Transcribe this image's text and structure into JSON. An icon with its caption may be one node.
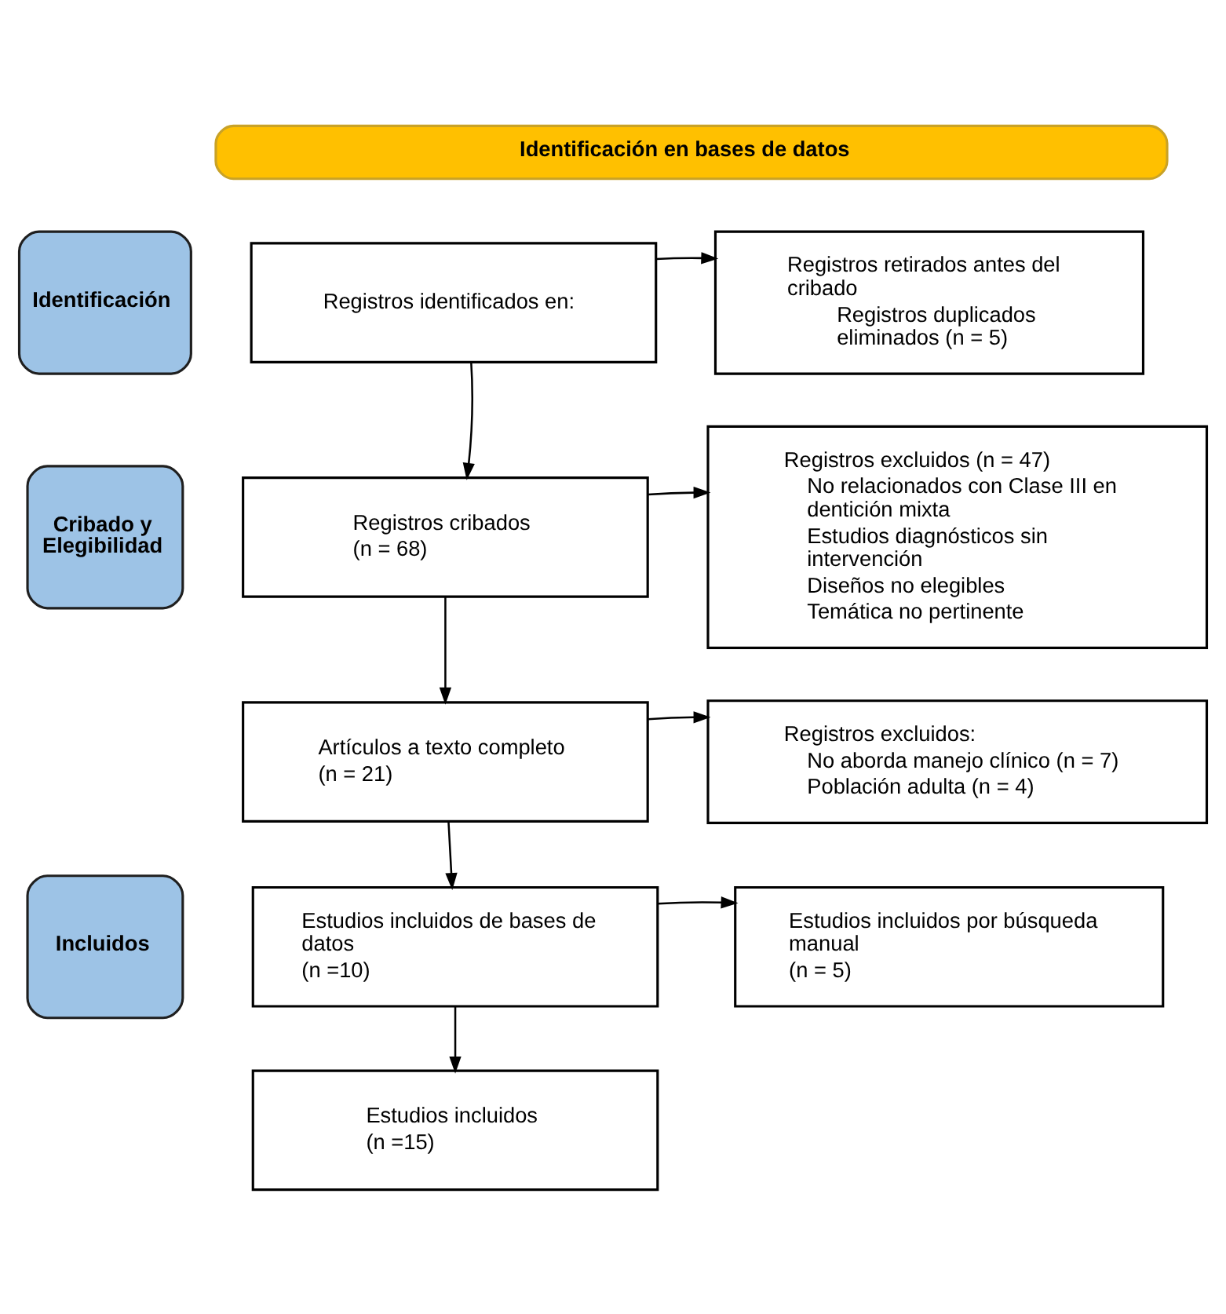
{
  "diagram": {
    "nodes": [
      {
        "text": [
          "Identificación en bases de datos"
        ]
      },
      {
        "text": [
          "Identificación"
        ]
      },
      {
        "text": [
          "Registros identificados en:"
        ]
      },
      {
        "text": [
          "Registros retirados antes del cribado",
          "Registros duplicados eliminados (n = 5)"
        ]
      },
      {
        "text": [
          "Cribado y Elegibilidad"
        ]
      },
      {
        "text": [
          "Registros cribados",
          "(n = 68)"
        ]
      },
      {
        "text": [
          "Registros excluidos (n = 47)",
          "No relacionados con Clase III en dentición mixta",
          "Estudios diagnósticos sin intervención",
          "Diseños no elegibles",
          "Temática no pertinente"
        ]
      },
      {
        "text": [
          "Artículos a texto completo",
          "(n = 21)"
        ]
      },
      {
        "text": [
          "Registros excluidos:",
          "No aborda manejo clínico (n = 7)",
          "Población adulta (n = 4)"
        ]
      },
      {
        "text": [
          "Incluidos"
        ]
      },
      {
        "text": [
          "Estudios incluidos de bases de datos",
          "(n =10)"
        ]
      },
      {
        "text": [
          "Estudios incluidos por búsqueda manual",
          "(n = 5)"
        ]
      },
      {
        "text": [
          "Estudios incluidos",
          "(n =15)"
        ]
      }
    ],
    "edges": [
      {
        "from": 2,
        "to": 3,
        "arrow": "to"
      },
      {
        "from": 2,
        "to": 5,
        "arrow": "to"
      },
      {
        "from": 5,
        "to": 6,
        "arrow": "to"
      },
      {
        "from": 5,
        "to": 7,
        "arrow": "to"
      },
      {
        "from": 7,
        "to": 8,
        "arrow": "to"
      },
      {
        "from": 7,
        "to": 10,
        "arrow": "to"
      },
      {
        "from": 10,
        "to": 11,
        "arrow": "to"
      },
      {
        "from": 10,
        "to": 12,
        "arrow": "to"
      }
    ]
  }
}
